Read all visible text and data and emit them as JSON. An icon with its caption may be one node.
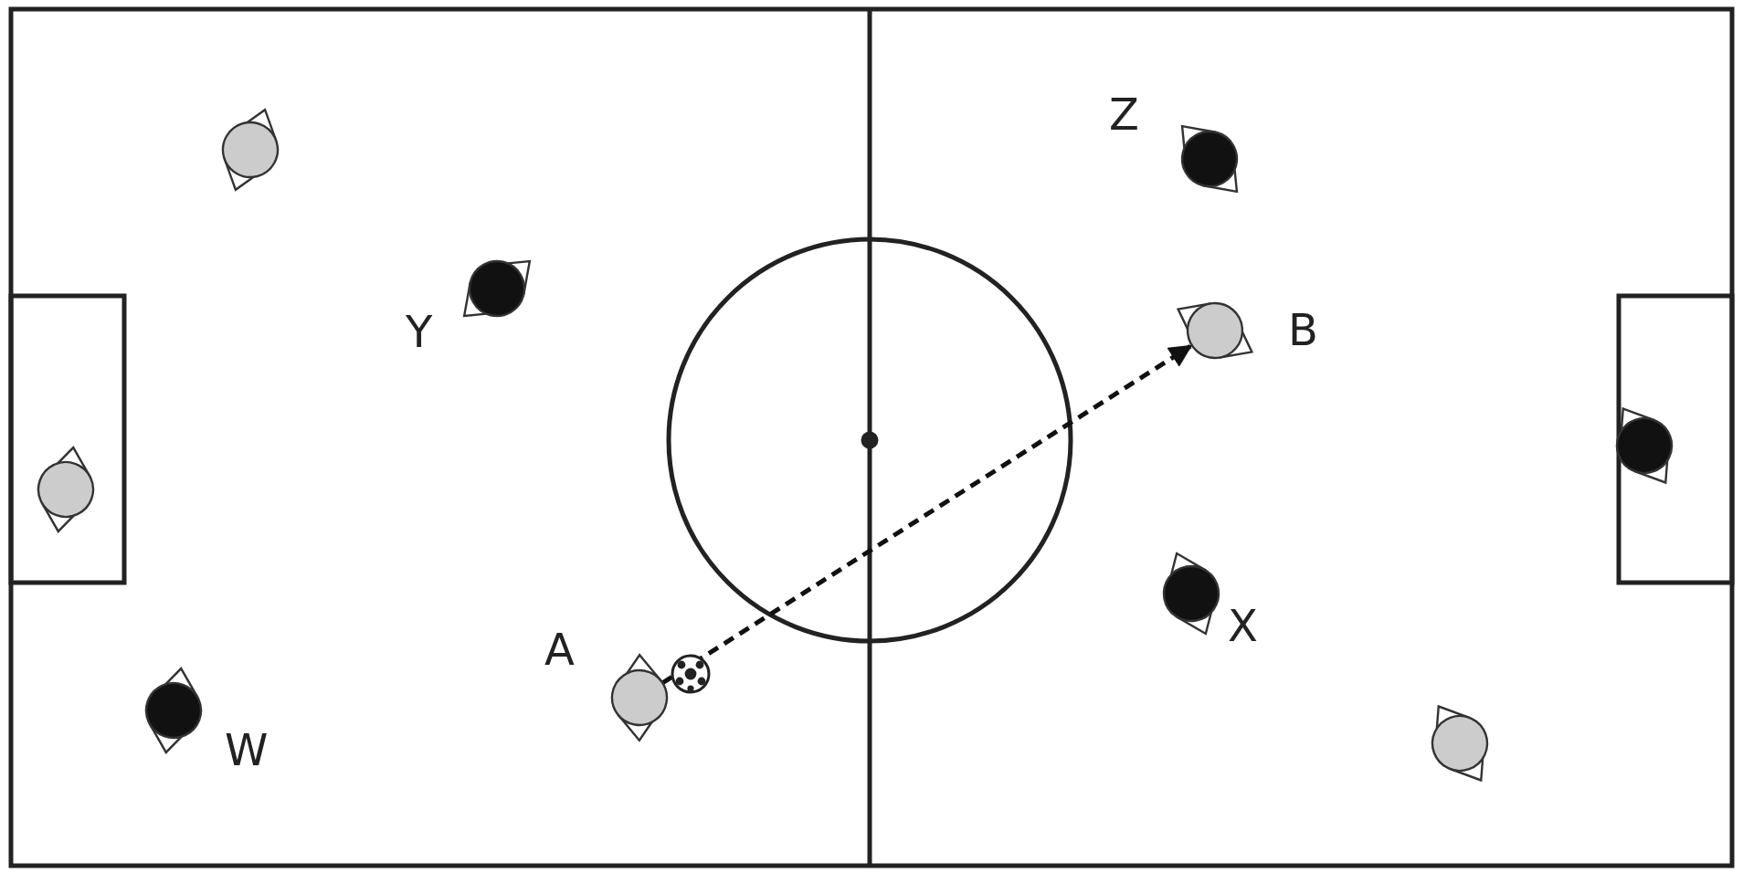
{
  "diagram": {
    "nodes": [
      {
        "text": [],
        "shape": "circle"
      },
      {
        "text": [],
        "shape": "circle",
        "beside": [
          "W"
        ]
      },
      {
        "text": [],
        "shape": "circle"
      },
      {
        "text": [],
        "shape": "circle",
        "beside": [
          "Y"
        ]
      },
      {
        "text": [],
        "shape": "circle",
        "beside": [
          "A"
        ]
      },
      {
        "text": [],
        "shape": "circle",
        "beside": [
          "X"
        ]
      },
      {
        "text": [],
        "shape": "circle",
        "beside": [
          "Z"
        ]
      },
      {
        "text": [],
        "shape": "circle",
        "beside": [
          "B"
        ]
      },
      {
        "text": [],
        "shape": "circle"
      },
      {
        "text": [],
        "shape": "circle"
      }
    ],
    "edges": [
      {
        "from": 4,
        "to": 7,
        "arrow": "to",
        "style": "dashed"
      }
    ]
  }
}
